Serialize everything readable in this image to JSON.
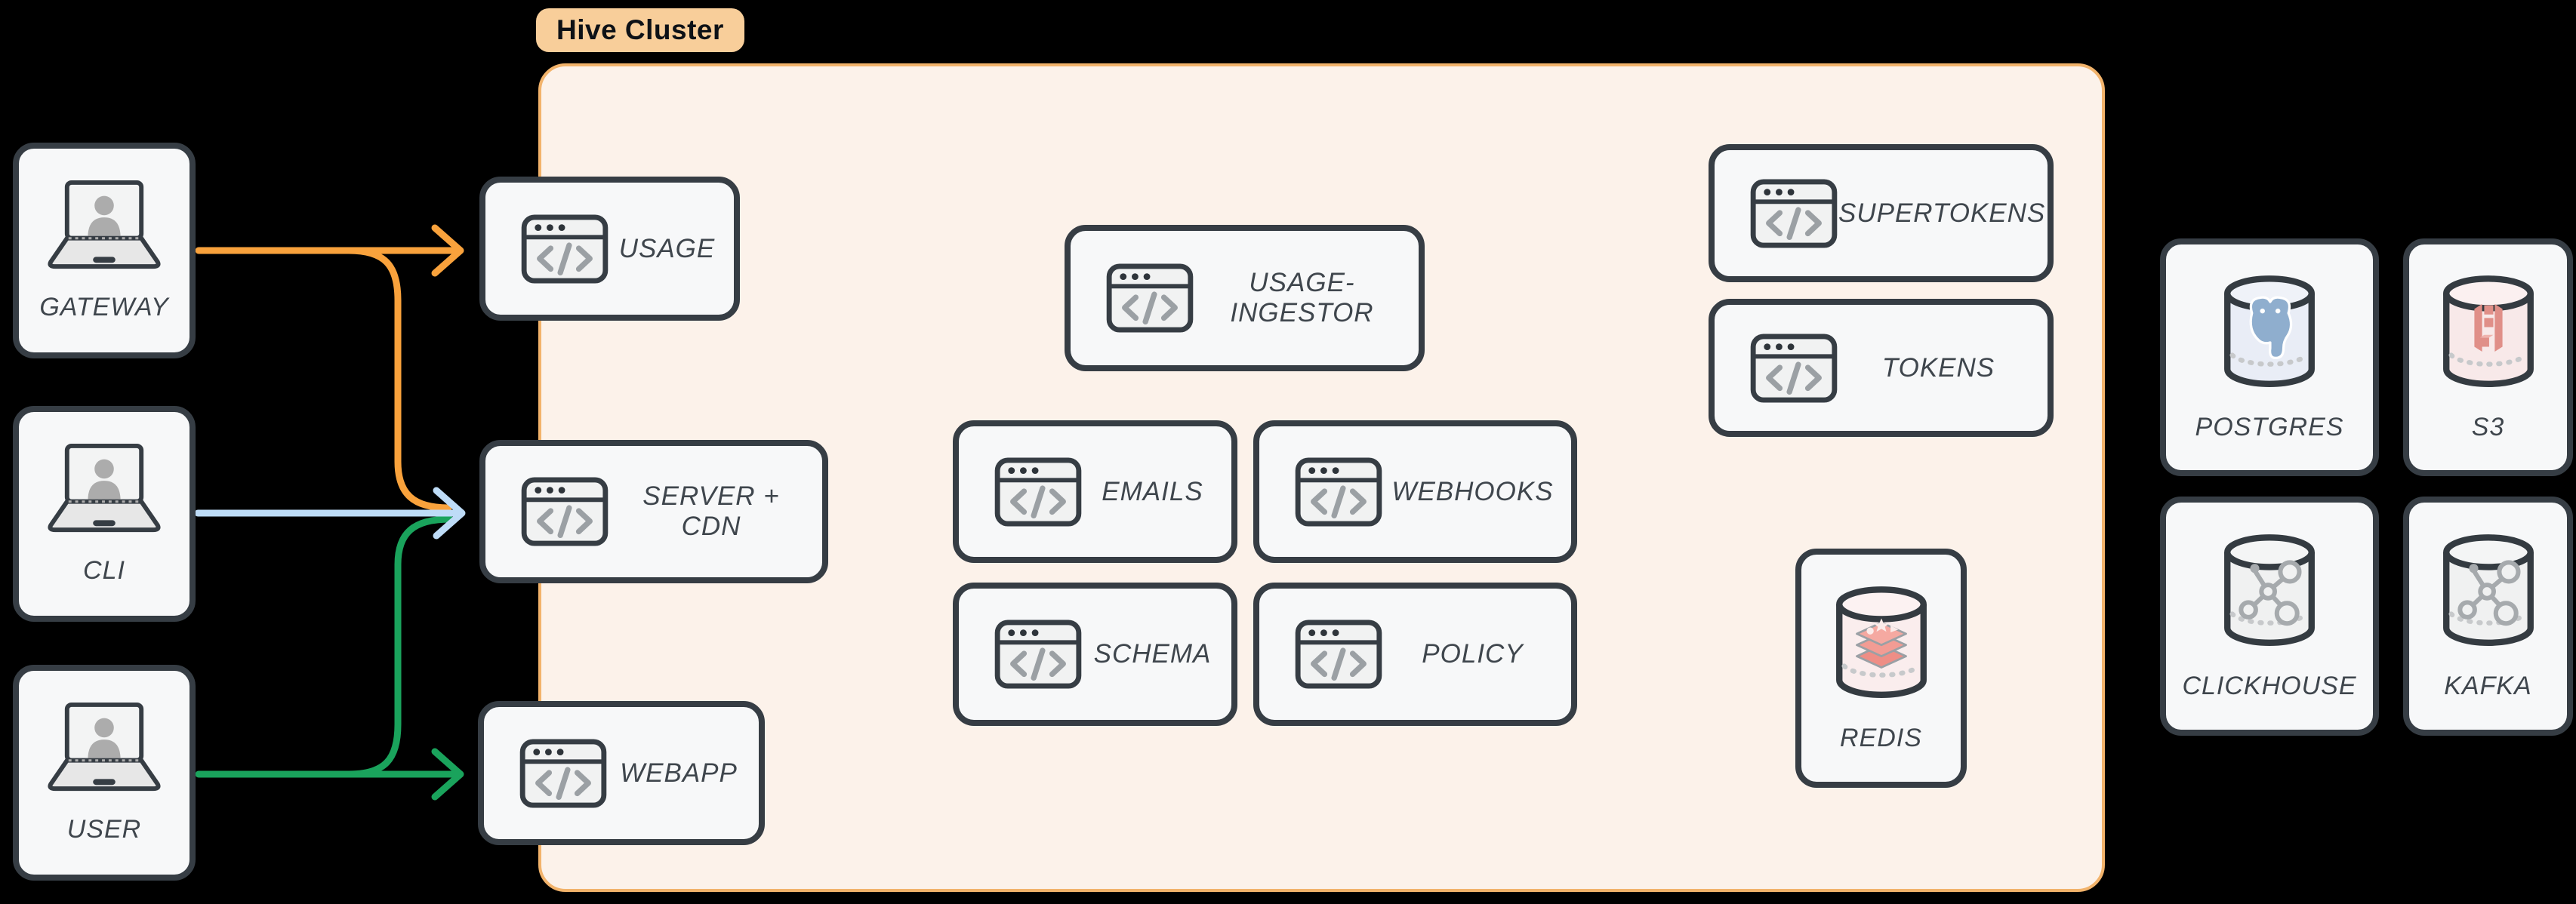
{
  "app": {
    "background": "#000000"
  },
  "cluster": {
    "label": "Hive Cluster",
    "fill": "#FCF2EA",
    "border": "#F2B36B",
    "badge_fill": "#F8CE9A"
  },
  "clients": [
    {
      "label": "GATEWAY"
    },
    {
      "label": "CLI"
    },
    {
      "label": "USER"
    }
  ],
  "services": [
    {
      "label": "USAGE"
    },
    {
      "label": "SERVER + CDN"
    },
    {
      "label": "WEBAPP"
    },
    {
      "label": "USAGE-INGESTOR"
    },
    {
      "label": "EMAILS"
    },
    {
      "label": "WEBHOOKS"
    },
    {
      "label": "SCHEMA"
    },
    {
      "label": "POLICY"
    },
    {
      "label": "SUPERTOKENS"
    },
    {
      "label": "TOKENS"
    }
  ],
  "cache": {
    "label": "REDIS"
  },
  "databases": [
    {
      "label": "POSTGRES"
    },
    {
      "label": "S3"
    },
    {
      "label": "CLICKHOUSE"
    },
    {
      "label": "KAFKA"
    }
  ],
  "colors": {
    "arrow_orange": "#F9A23C",
    "arrow_blue": "#BEDCF7",
    "arrow_green": "#1AA35C",
    "box_fill": "#F7F8F9",
    "box_border": "#363D44",
    "label_text": "#3F464D"
  },
  "connections": [
    {
      "from": "GATEWAY",
      "to": "USAGE",
      "color": "orange"
    },
    {
      "from": "GATEWAY",
      "to": "SERVER + CDN",
      "color": "orange"
    },
    {
      "from": "CLI",
      "to": "SERVER + CDN",
      "color": "blue"
    },
    {
      "from": "USER",
      "to": "SERVER + CDN",
      "color": "green"
    },
    {
      "from": "USER",
      "to": "WEBAPP",
      "color": "green"
    }
  ]
}
